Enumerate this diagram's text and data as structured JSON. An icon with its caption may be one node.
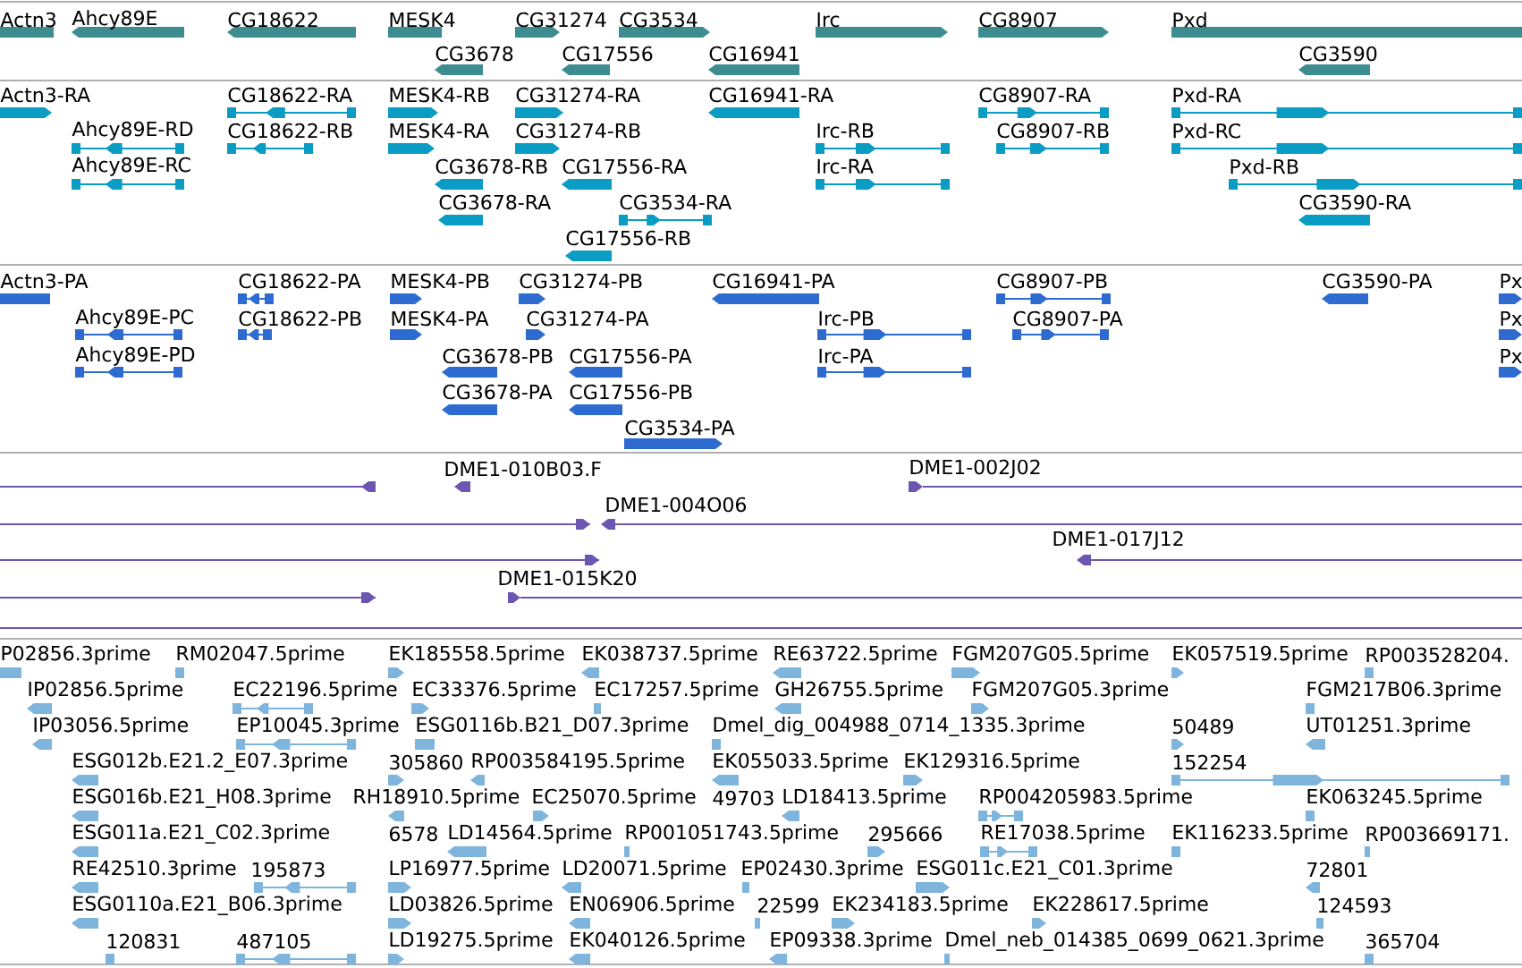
{
  "diagram": {
    "labels": [
      "Actn3",
      "Ahcy89E",
      "CG18622",
      "MESK4",
      "CG31274",
      "CG3534",
      "Irc",
      "CG8907",
      "Pxd",
      "CG3678",
      "CG17556",
      "CG16941",
      "CG3590",
      "Actn3-RA",
      "CG18622-RA",
      "MESK4-RB",
      "CG31274-RA",
      "CG16941-RA",
      "CG8907-RA",
      "Pxd-RA",
      "Ahcy89E-RD",
      "CG18622-RB",
      "MESK4-RA",
      "CG31274-RB",
      "Irc-RB",
      "CG8907-RB",
      "Pxd-RC",
      "Ahcy89E-RC",
      "CG3678-RB",
      "CG17556-RA",
      "Irc-RA",
      "Pxd-RB",
      "CG3678-RA",
      "CG3534-RA",
      "CG3590-RA",
      "CG17556-RB",
      "Actn3-PA",
      "CG18622-PA",
      "MESK4-PB",
      "CG31274-PB",
      "CG16941-PA",
      "CG8907-PB",
      "CG3590-PA",
      "Px",
      "Ahcy89E-PC",
      "CG18622-PB",
      "MESK4-PA",
      "CG31274-PA",
      "Irc-PB",
      "CG8907-PA",
      "Px",
      "Ahcy89E-PD",
      "CG3678-PB",
      "CG17556-PA",
      "Irc-PA",
      "Px",
      "CG3678-PA",
      "CG17556-PB",
      "CG3534-PA",
      "DME1-010B03.F",
      "DME1-002J02",
      "DME1-004O06",
      "DME1-017J12",
      "DME1-015K20",
      "P02856.3prime",
      "RM02047.5prime",
      "EK185558.5prime",
      "EK038737.5prime",
      "RE63722.5prime",
      "FGM207G05.5prime",
      "EK057519.5prime",
      "RP003528204.",
      "IP02856.5prime",
      "EC22196.5prime",
      "EC33376.5prime",
      "EC17257.5prime",
      "GH26755.5prime",
      "FGM207G05.3prime",
      "FGM217B06.3prime",
      "IP03056.5prime",
      "EP10045.3prime",
      "ESG0116b.B21_D07.3prime",
      "Dmel_dig_004988_0714_1335.3prime",
      "50489",
      "UT01251.3prime",
      "ESG012b.E21.2_E07.3prime",
      "305860",
      "RP003584195.5prime",
      "EK055033.5prime",
      "EK129316.5prime",
      "152254",
      "ESG016b.E21_H08.3prime",
      "RH18910.5prime",
      "EC25070.5prime",
      "49703",
      "LD18413.5prime",
      "RP004205983.5prime",
      "EK063245.5prime",
      "ESG011a.E21_C02.3prime",
      "6578",
      "LD14564.5prime",
      "RP001051743.5prime",
      "295666",
      "RE17038.5prime",
      "EK116233.5prime",
      "RP003669171.",
      "RE42510.3prime",
      "195873",
      "LP16977.5prime",
      "LD20071.5prime",
      "EP02430.3prime",
      "ESG011c.E21_C01.3prime",
      "72801",
      "ESG0110a.E21_B06.3prime",
      "LD03826.5prime",
      "EN06906.5prime",
      "22599",
      "EK234183.5prime",
      "EK228617.5prime",
      "124593",
      "120831",
      "487105",
      "LD19275.5prime",
      "EK040126.5prime",
      "EP09338.3prime",
      "Dmel_neb_014385_0699_0621.3prime",
      "365704"
    ]
  }
}
